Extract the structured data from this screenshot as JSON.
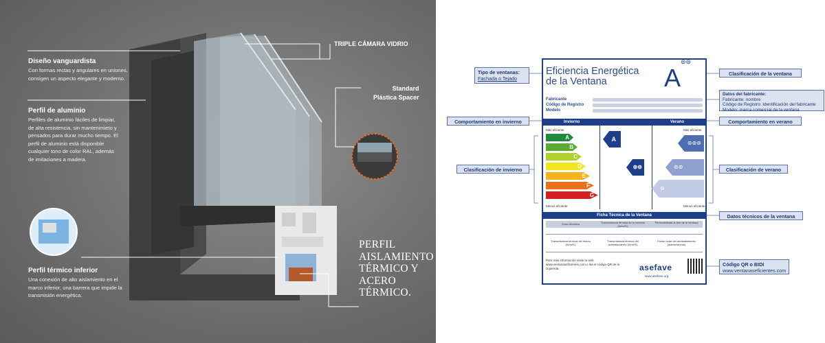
{
  "left": {
    "top_right_callout": "TRIPLE CÁMARA VIDRIO",
    "spacer_callout": [
      "Standard",
      "Plástica Spacer"
    ],
    "design": {
      "heading": "Diseño vanguardista",
      "body": "Con formas  rectas y angulares en uniones, consigen un aspecto elegante y moderno."
    },
    "profile": {
      "heading": "Perfil de aluminio",
      "body": "Perfiles de aluminio fáciles de limpiar, de alta resistencia, sin mantenimieto y pensados para durar mucho tiempo. El perfil de aluminio está disponible cualquier tono de color RAL, además de imitaciones a madera."
    },
    "thermal": {
      "heading": "Perfil térmico inferior",
      "body": "Una conexión de alto aislamiento en el marco inferior, una barrera que impide la transmisión energética."
    },
    "perfil_big": [
      "PERFIL",
      "AISLAMIENTO",
      "TÉRMICO Y",
      "ACERO",
      "TÉRMICO."
    ]
  },
  "right": {
    "labels": {
      "tipo": {
        "title": "Tipo de ventanas:",
        "sub": "Fachada o Tejado"
      },
      "clasificacion": "Clasificación de la ventana",
      "fabricante": {
        "title": "Datos del fabricante:",
        "lines": [
          "Fabricante: nombre",
          "Código de Registro: Identificación del fabricante",
          "Modelo: marca comercial de la ventana"
        ]
      },
      "comp_invierno": "Comportamiento en invierno",
      "comp_verano": "Comportamiento en verano",
      "clas_invierno": "Clasificación de invierno",
      "clas_verano": "Clasificación de verano",
      "datos_tecnicos": "Datos técnicos de la ventana",
      "qr": {
        "title": "Código QR o BIDI",
        "sub": "www.ventanaseficientes.com"
      }
    },
    "card": {
      "title_line1": "Eficiencia Energética",
      "title_line2": "de la Ventana",
      "grade": "A",
      "grade_sup": "⊚⊚",
      "fields": [
        "Fabricante",
        "Código de Registro",
        "Modelo"
      ],
      "winter": "Invierno",
      "summer": "Verano",
      "max_eff": "Más eficiente",
      "min_eff": "Menos eficiente",
      "classes": [
        "A",
        "B",
        "C",
        "D",
        "E",
        "F",
        "G"
      ],
      "colors": [
        "#1f8a3b",
        "#5aaa35",
        "#b3cf2b",
        "#f2e51c",
        "#f5b21a",
        "#ec6f1c",
        "#d4211f"
      ],
      "winter_marks": [
        "A",
        "⊚⊚"
      ],
      "summer_marks": [
        "⊚⊚⊚",
        "⊚⊚",
        "⊚"
      ],
      "tech_title": "Ficha Técnica de la Ventana",
      "tech_cells": [
        "Zona climática",
        "Transmitancia térmica de la ventana (W/m²K)",
        "Permeabilidad al aire de la ventana",
        "Transmitancia térmica del marco (W/m²K)",
        "Transmitancia térmica del acristalamiento (W/m²K)",
        "Factor solar del acristalamiento (adimensional)"
      ],
      "footer": "Para más información visite la web www.ventanaseficientes.com o lea el código QR de la izquierda.",
      "brand": "asefave",
      "brand_url": "www.asefave.org"
    }
  }
}
